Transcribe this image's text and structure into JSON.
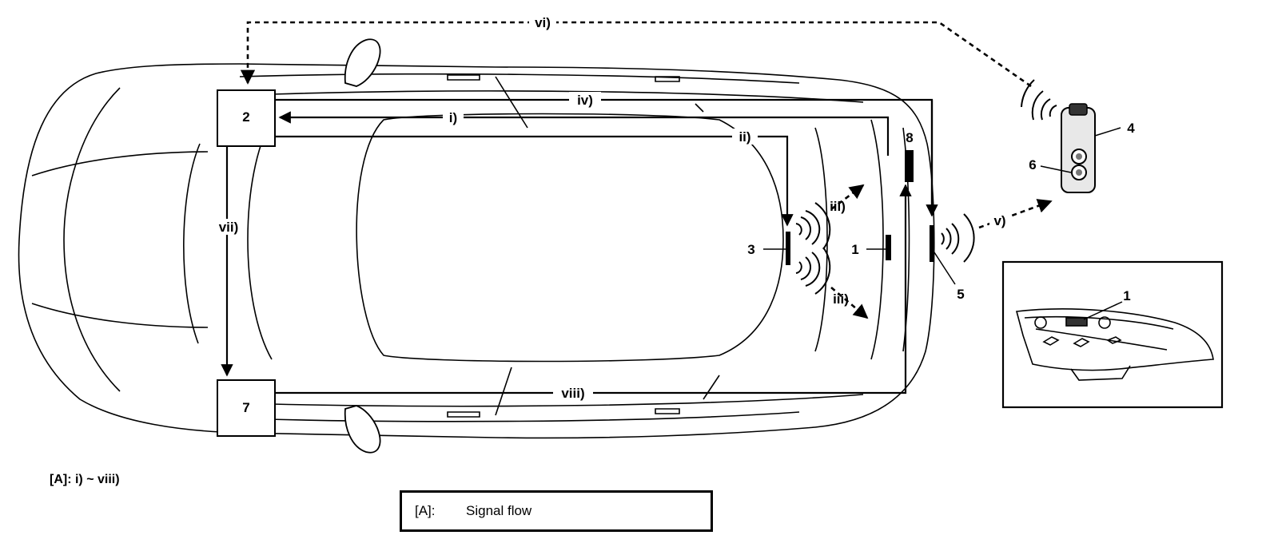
{
  "components": [
    {
      "id": "1",
      "label": "1"
    },
    {
      "id": "2",
      "label": "2"
    },
    {
      "id": "3",
      "label": "3"
    },
    {
      "id": "4",
      "label": "4"
    },
    {
      "id": "5",
      "label": "5"
    },
    {
      "id": "6",
      "label": "6"
    },
    {
      "id": "7",
      "label": "7"
    },
    {
      "id": "8",
      "label": "8"
    }
  ],
  "signals": {
    "i": "i)",
    "ii": "ii)",
    "iii_upper": "iii)",
    "iii_lower": "iii)",
    "iv": "iv)",
    "v": "v)",
    "vi": "vi)",
    "vii": "vii)",
    "viii": "viii)"
  },
  "inset": {
    "label": "1"
  },
  "footer_note": "[A]: i) ~ viii)",
  "legend": {
    "key": "[A]:",
    "value": "Signal flow"
  }
}
